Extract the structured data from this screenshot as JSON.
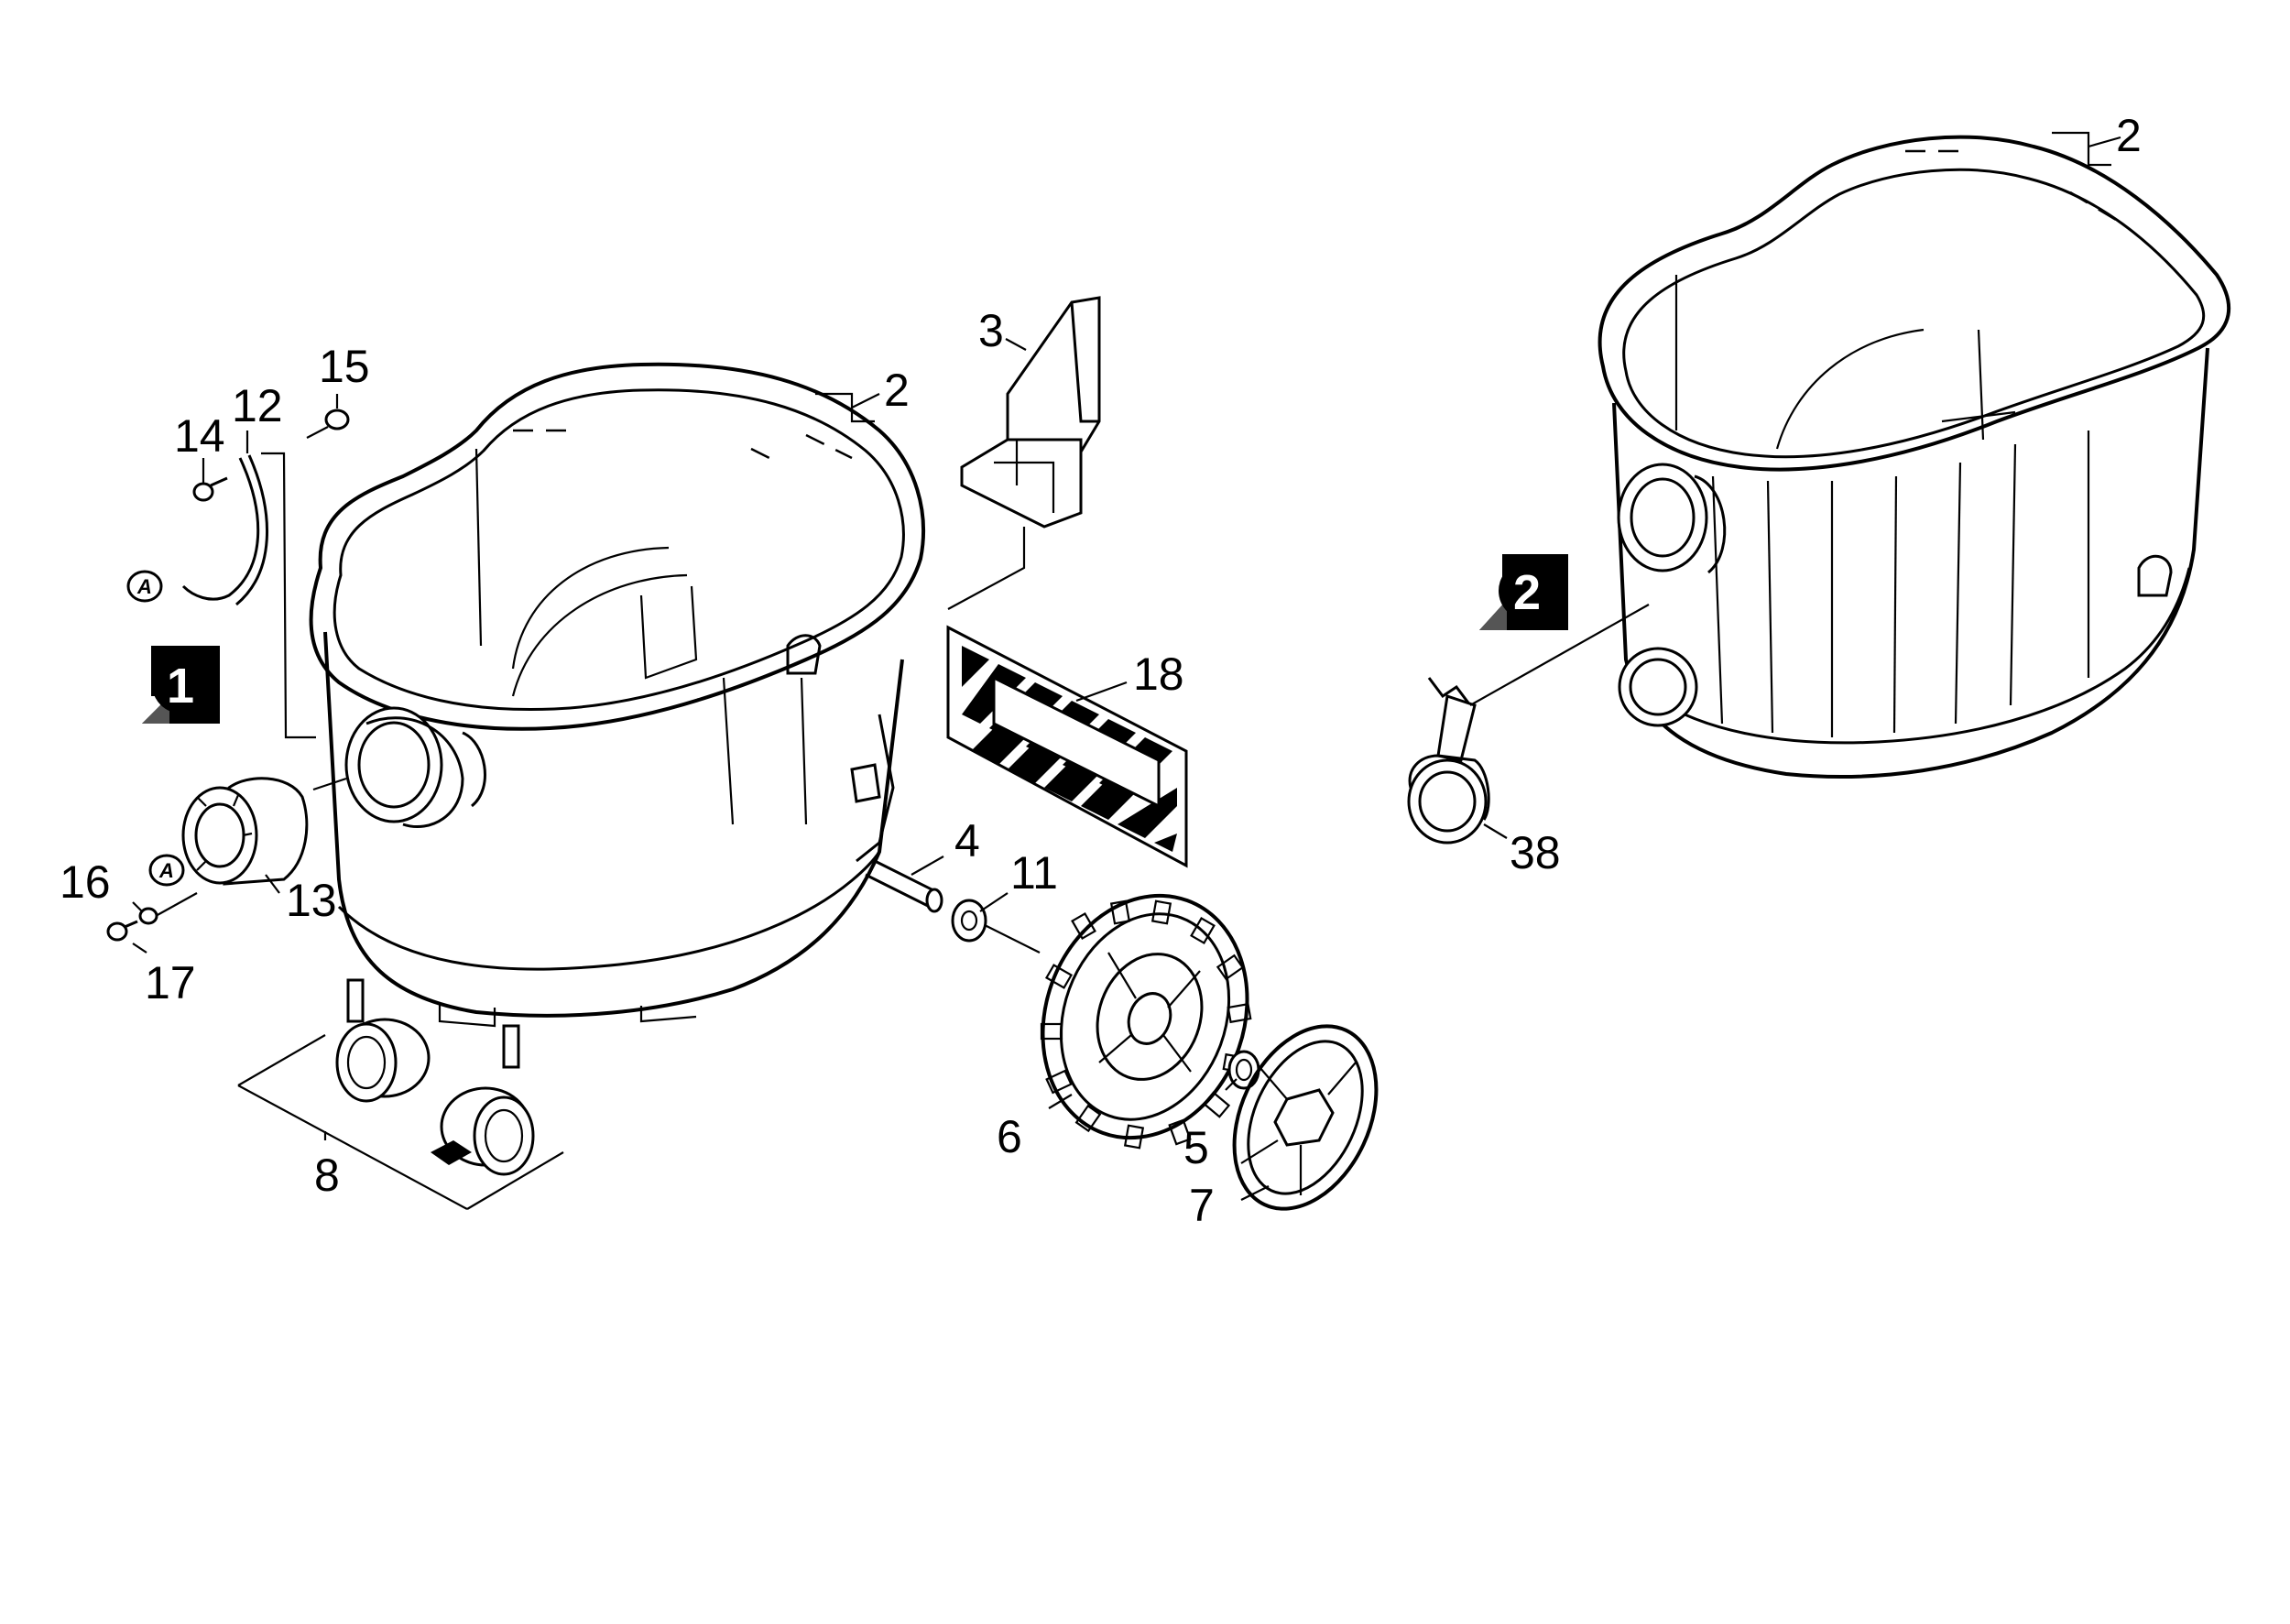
{
  "diagram": {
    "variant_markers": [
      "1",
      "2"
    ],
    "reference_mark": "A",
    "part_numbers": {
      "p2_left": "2",
      "p2_right": "2",
      "p3": "3",
      "p4": "4",
      "p5": "5",
      "p6": "6",
      "p7": "7",
      "p8": "8",
      "p11": "11",
      "p12": "12",
      "p13": "13",
      "p14": "14",
      "p15": "15",
      "p16": "16",
      "p17": "17",
      "p18": "18",
      "p38": "38"
    }
  }
}
